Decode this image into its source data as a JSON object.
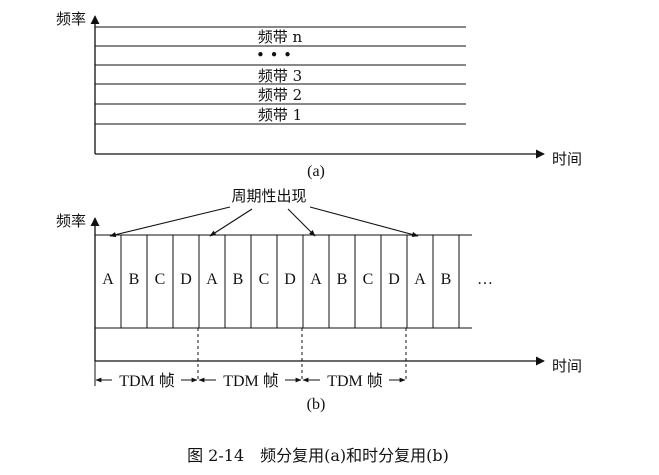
{
  "top": {
    "y_label": "频率",
    "x_label": "时间",
    "sublabel": "(a)",
    "band_labels": [
      "频带 n",
      "频带 3",
      "频带 2",
      "频带 1"
    ],
    "dots": "• • •"
  },
  "bottom": {
    "y_label": "频率",
    "x_label": "时间",
    "sublabel": "(b)",
    "callout": "周期性出现",
    "slots": [
      "A",
      "B",
      "C",
      "D",
      "A",
      "B",
      "C",
      "D",
      "A",
      "B",
      "C",
      "D",
      "A",
      "B"
    ],
    "ellipsis": "…",
    "frame_labels": [
      "TDM 帧",
      "TDM 帧",
      "TDM 帧"
    ]
  },
  "caption": "图 2-14　频分复用(a)和时分复用(b)"
}
